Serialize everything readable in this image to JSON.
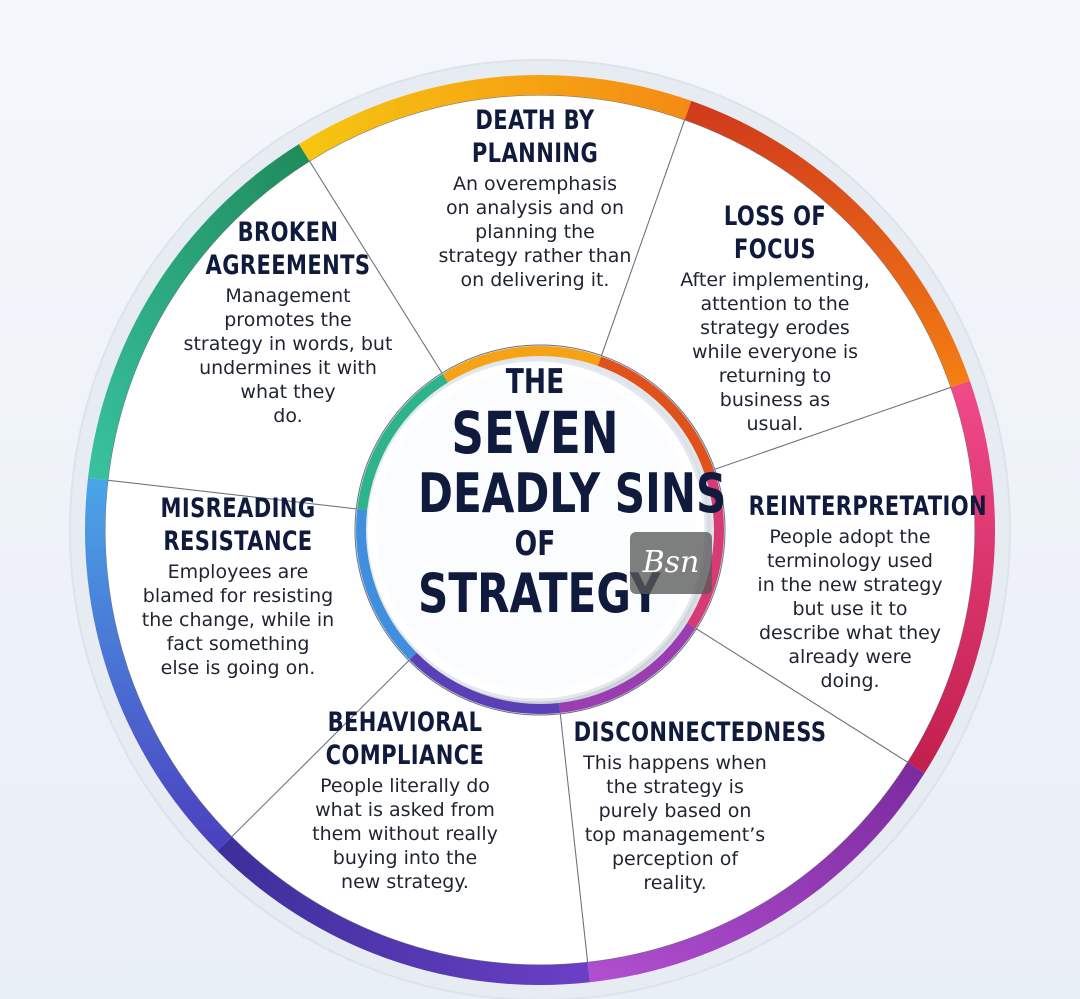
{
  "center": {
    "line1": "THE",
    "line2": "SEVEN",
    "line3": "DEADLY SINS",
    "line4": "OF",
    "line5": "STRATEGY"
  },
  "segments": [
    {
      "title": "DEATH BY\nPLANNING",
      "body": "An overemphasis\non analysis and on\nplanning the\nstrategy rather than\non delivering it.",
      "color": "#f5a314"
    },
    {
      "title": "LOSS OF\nFOCUS",
      "body": "After implementing,\nattention to the\nstrategy erodes\nwhile everyone is\nreturning to\nbusiness as\nusual.",
      "color": "#e0521c"
    },
    {
      "title": "REINTERPRETATION",
      "body": "People adopt the\nterminology used\nin the new strategy\nbut use it to\ndescribe what they\nalready were\ndoing.",
      "color": "#d83a73"
    },
    {
      "title": "DISCONNECTEDNESS",
      "body": "This happens when\nthe strategy is\npurely based on\ntop management’s\nperception of\nreality.",
      "color": "#9a3db0"
    },
    {
      "title": "BEHAVIORAL\nCOMPLIANCE",
      "body": "People literally do\nwhat is asked from\nthem without really\nbuying into the\nnew strategy.",
      "color": "#5a3fb5"
    },
    {
      "title": "MISREADING\nRESISTANCE",
      "body": "Employees are\nblamed for resisting\nthe change, while in\nfact something\nelse is going on.",
      "color": "#3f8fde"
    },
    {
      "title": "BROKEN\nAGREEMENTS",
      "body": "Management\npromotes the\nstrategy in words, but\nundermines it with\nwhat they\ndo.",
      "color": "#2fb38a"
    }
  ],
  "watermark": "Bsn"
}
